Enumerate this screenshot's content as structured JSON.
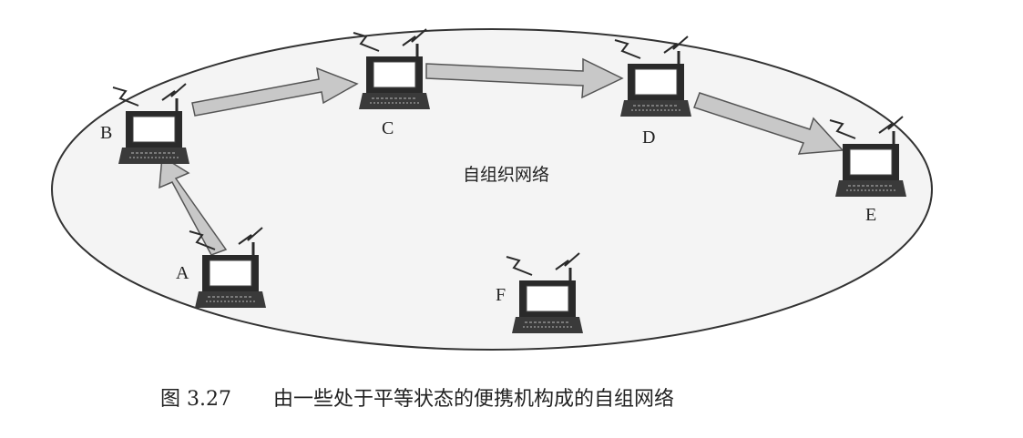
{
  "diagram": {
    "network_label": "自组织网络",
    "nodes": [
      {
        "id": "A",
        "label": "A"
      },
      {
        "id": "B",
        "label": "B"
      },
      {
        "id": "C",
        "label": "C"
      },
      {
        "id": "D",
        "label": "D"
      },
      {
        "id": "E",
        "label": "E"
      },
      {
        "id": "F",
        "label": "F"
      }
    ],
    "links": [
      {
        "from": "A",
        "to": "B"
      },
      {
        "from": "B",
        "to": "C"
      },
      {
        "from": "C",
        "to": "D"
      },
      {
        "from": "D",
        "to": "E"
      }
    ],
    "caption": {
      "number": "图 3.27",
      "text": "由一些处于平等状态的便携机构成的自组网络"
    }
  },
  "colors": {
    "arrow_fill": "#c8c8c8",
    "arrow_stroke": "#555555",
    "ellipse_fill": "#f4f4f4",
    "laptop_dark": "#2a2a2a",
    "screen_fill": "#ffffff"
  }
}
